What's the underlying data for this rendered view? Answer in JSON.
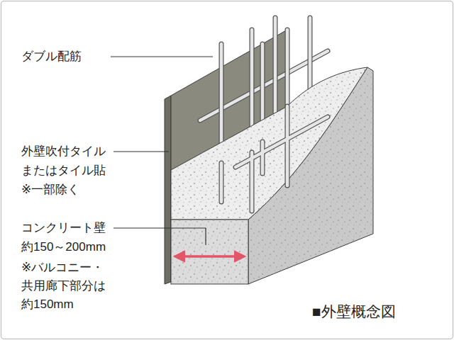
{
  "diagram": {
    "caption": "■外壁概念図",
    "labels": [
      "ダブル配筋",
      "外壁吹付タイル またはタイル貼 ※一部除く",
      "コンクリート壁 約150～200mm",
      "※バルコニー・ 共用廊下部分は 約150mm"
    ]
  }
}
